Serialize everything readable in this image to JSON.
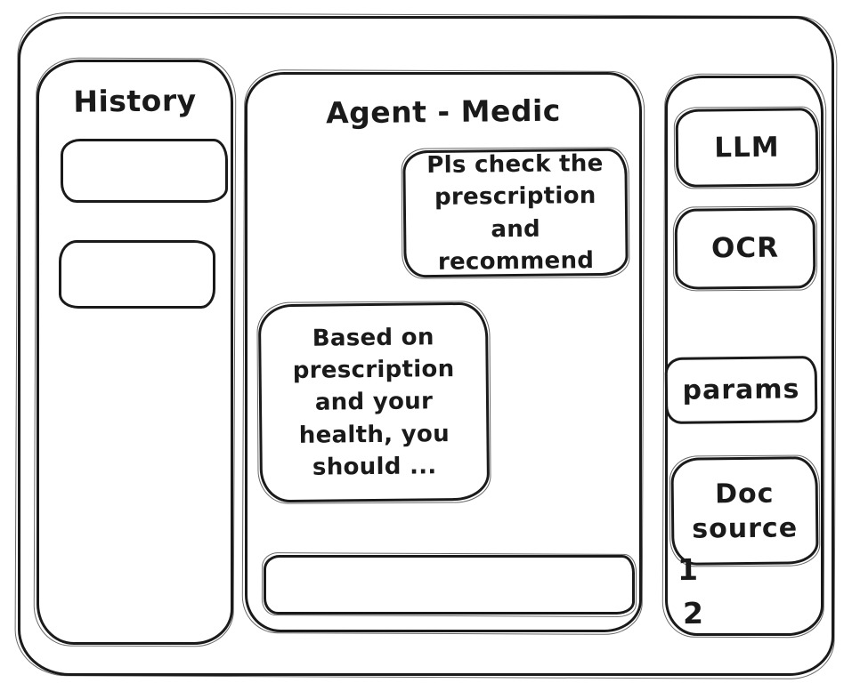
{
  "app": {
    "title": "Agent - Medic"
  },
  "sidebar_left": {
    "title": "History",
    "items": [
      {
        "label": ""
      },
      {
        "label": ""
      }
    ]
  },
  "chat": {
    "messages": [
      {
        "role": "user",
        "text": "Pls check the prescription and recommend"
      },
      {
        "role": "assistant",
        "text": "Based on prescription and your health, you should ..."
      }
    ],
    "input": {
      "value": "",
      "placeholder": ""
    }
  },
  "sidebar_right": {
    "buttons": [
      {
        "label": "LLM"
      },
      {
        "label": "OCR"
      },
      {
        "label": "params"
      },
      {
        "label": "Doc source"
      }
    ],
    "doc_list": [
      {
        "label": "1"
      },
      {
        "label": "2"
      }
    ]
  },
  "colors": {
    "ink": "#1a1a1a",
    "background": "#ffffff"
  }
}
